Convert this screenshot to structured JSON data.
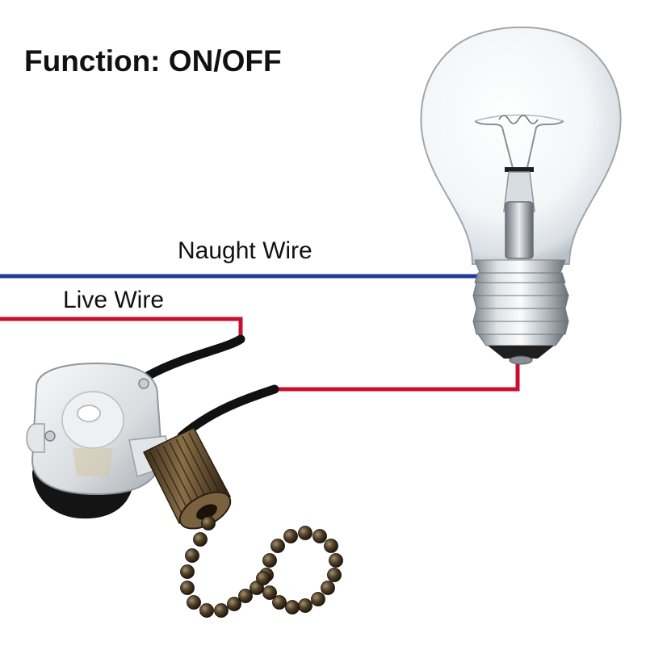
{
  "title": "Function: ON/OFF",
  "wires": {
    "naught_label": "Naught Wire",
    "live_label": "Live Wire"
  },
  "colors": {
    "naught_wire": "#1e3a9e",
    "live_wire": "#c8102e",
    "lead_wire": "#111111",
    "chain": "#4a3a22",
    "background": "#ffffff"
  },
  "components": {
    "bulb": "light-bulb-icon",
    "switch": "pull-chain-switch-icon",
    "chain": "pull-chain-icon"
  }
}
